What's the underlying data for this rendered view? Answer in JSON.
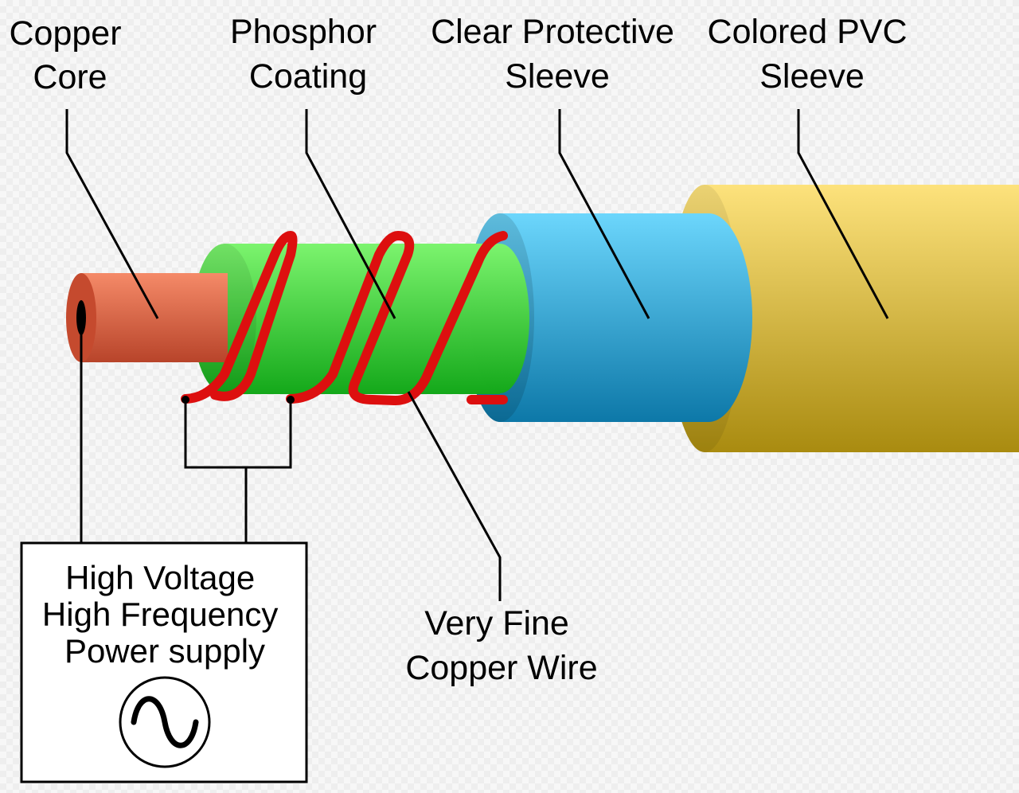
{
  "labels": {
    "copper_core": [
      "Copper",
      "Core"
    ],
    "phosphor_coating": [
      "Phosphor",
      "Coating"
    ],
    "clear_sleeve": [
      "Clear Protective",
      "Sleeve"
    ],
    "pvc_sleeve": [
      "Colored PVC",
      "Sleeve"
    ],
    "fine_wire": [
      "Very Fine",
      "Copper Wire"
    ],
    "power_supply": [
      "High Voltage",
      "High Frequency",
      "Power supply"
    ]
  },
  "icons": {
    "ac_source": "ac-sine-symbol"
  },
  "colors": {
    "copper": "#e57050",
    "phosphor": "#44d63a",
    "clear_sleeve": "#3cb4e6",
    "pvc": "#e2c24a",
    "wire": "#dd0f0f"
  }
}
